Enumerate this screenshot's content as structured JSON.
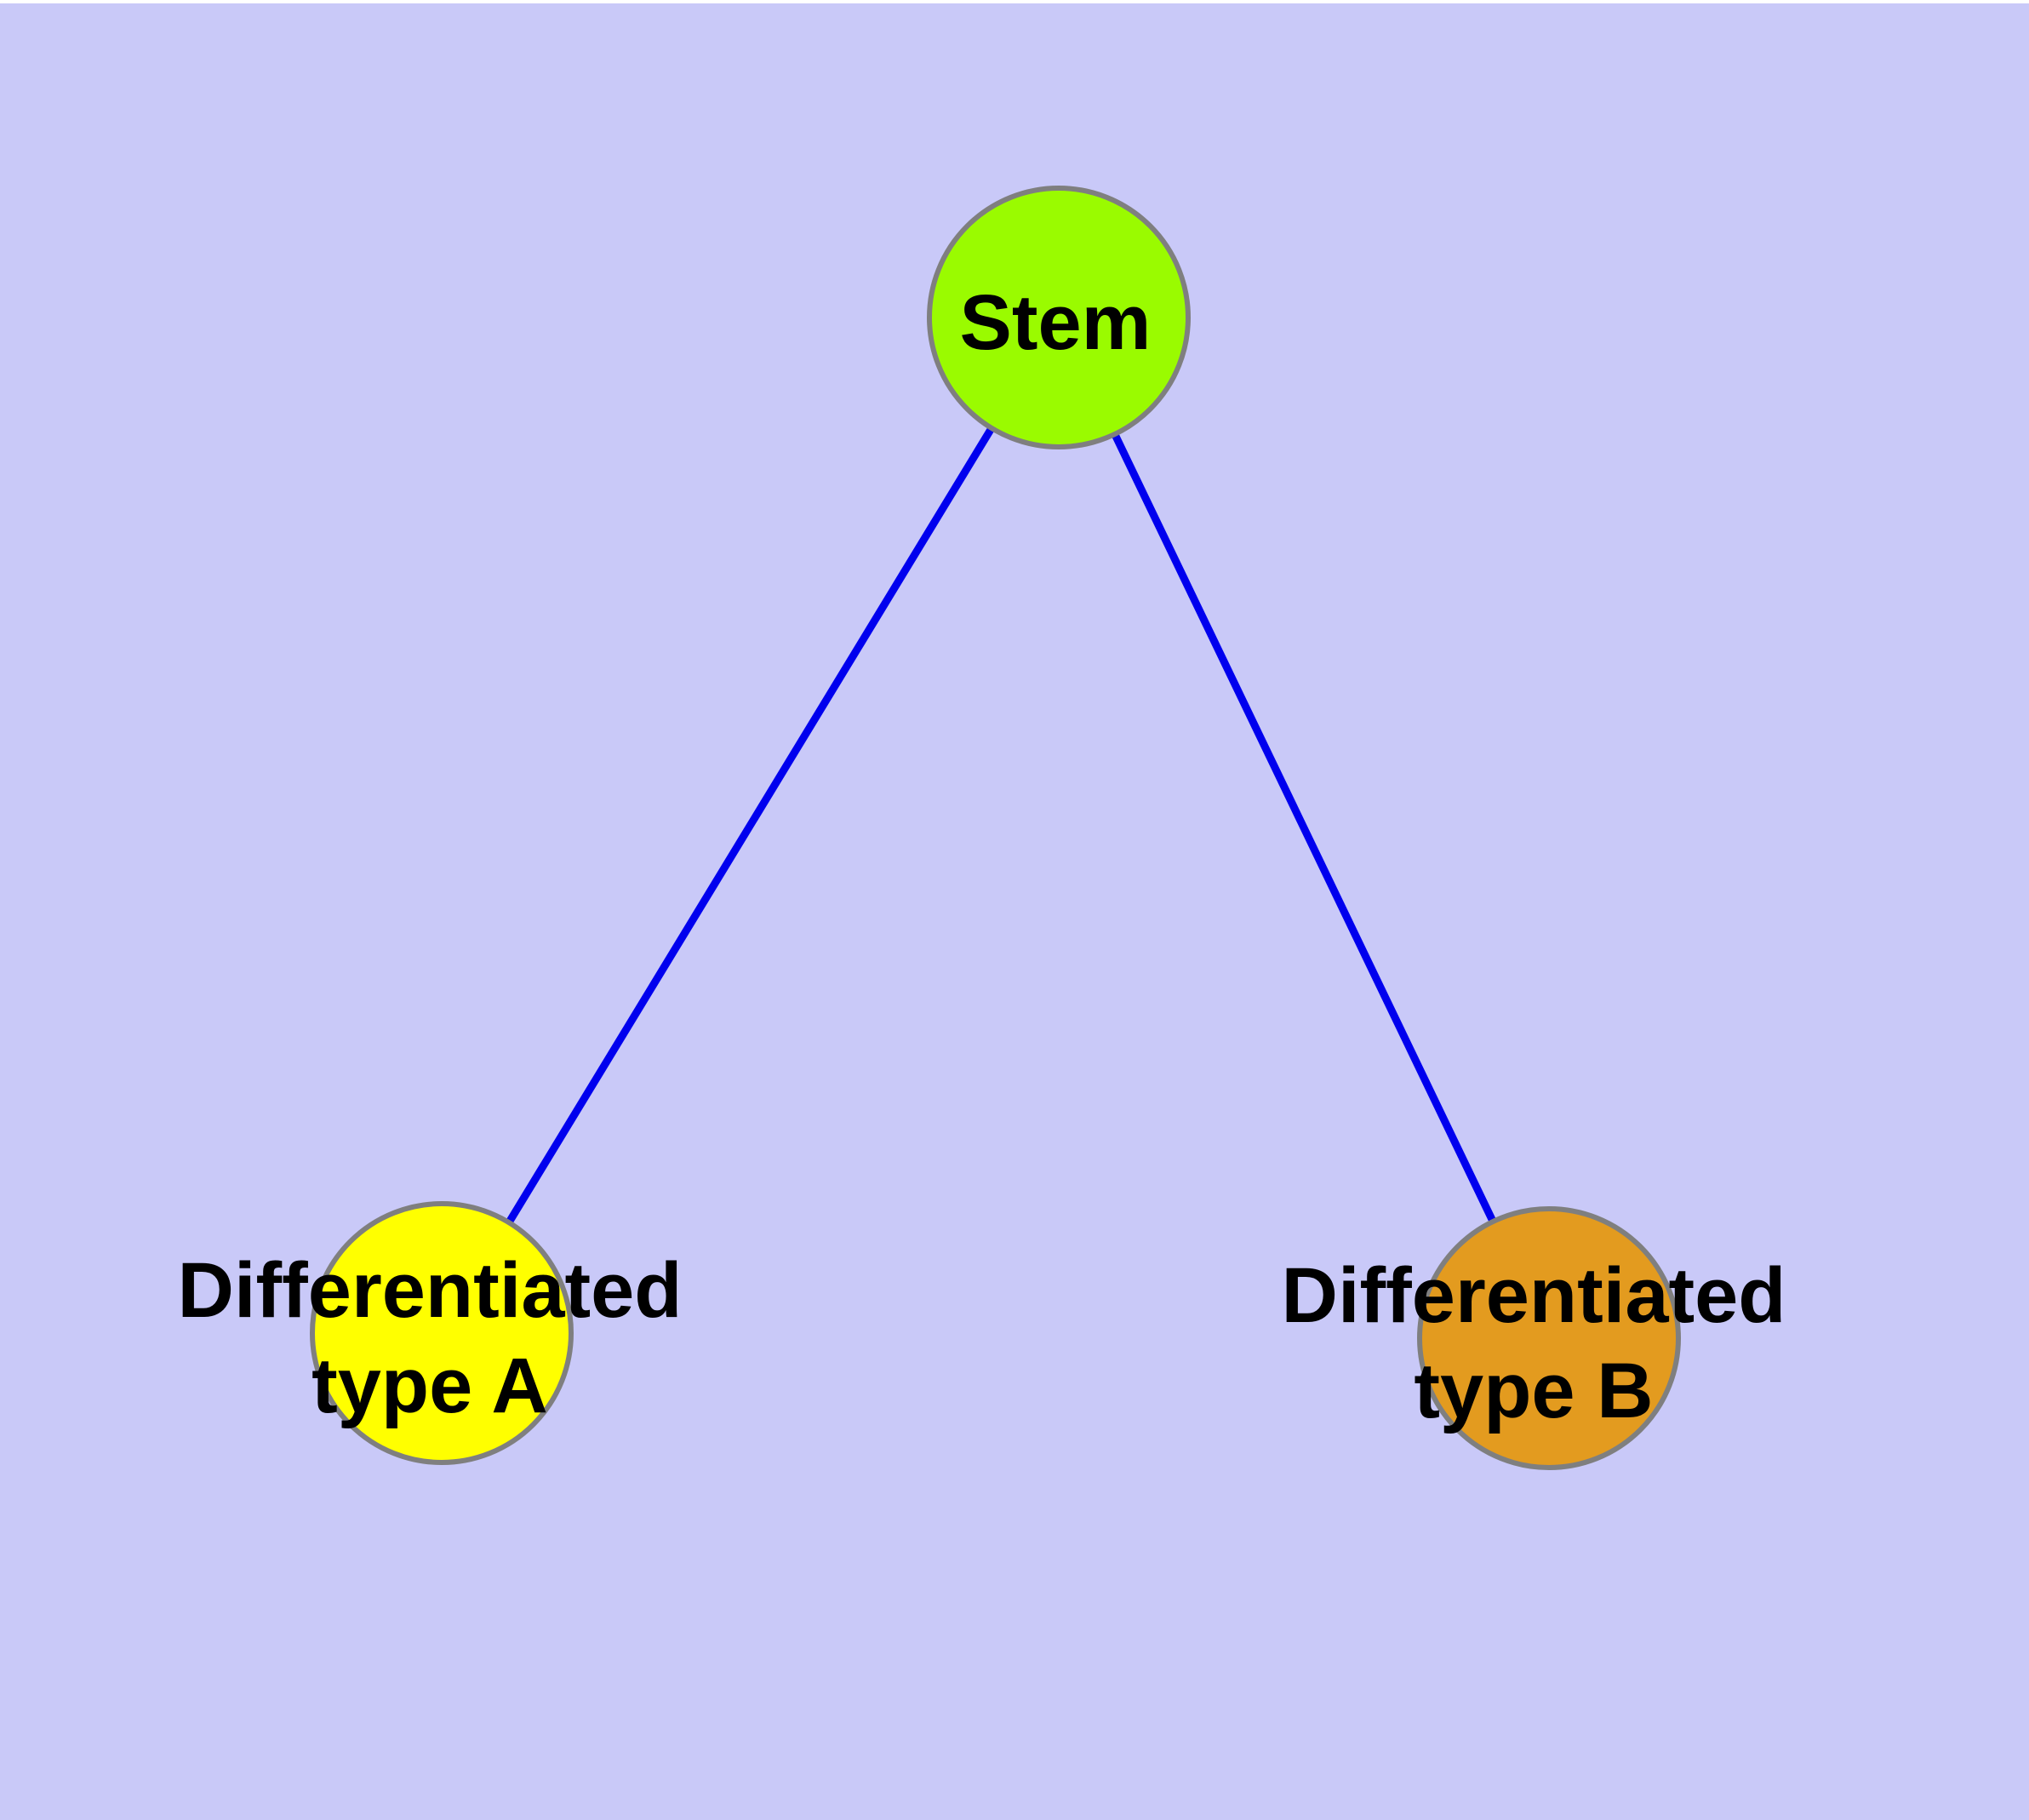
{
  "diagram": {
    "background_color": "#C9C9F8",
    "top_strip_color": "#FFFFFF",
    "edge_color": "#0000EE",
    "node_border_color": "#7F7F7F",
    "label_color": "#000000",
    "nodes": {
      "stem": {
        "label": "Stem",
        "fill_color": "#9AFB00"
      },
      "type_a": {
        "label_line1": "Differentiated",
        "label_line2": "type A",
        "fill_color": "#FFFF00"
      },
      "type_b": {
        "label_line1": "Differentiated",
        "label_line2": "type B",
        "fill_color": "#E39B1F"
      }
    },
    "edges": [
      {
        "from": "stem",
        "to": "type_a"
      },
      {
        "from": "stem",
        "to": "type_b"
      }
    ]
  }
}
